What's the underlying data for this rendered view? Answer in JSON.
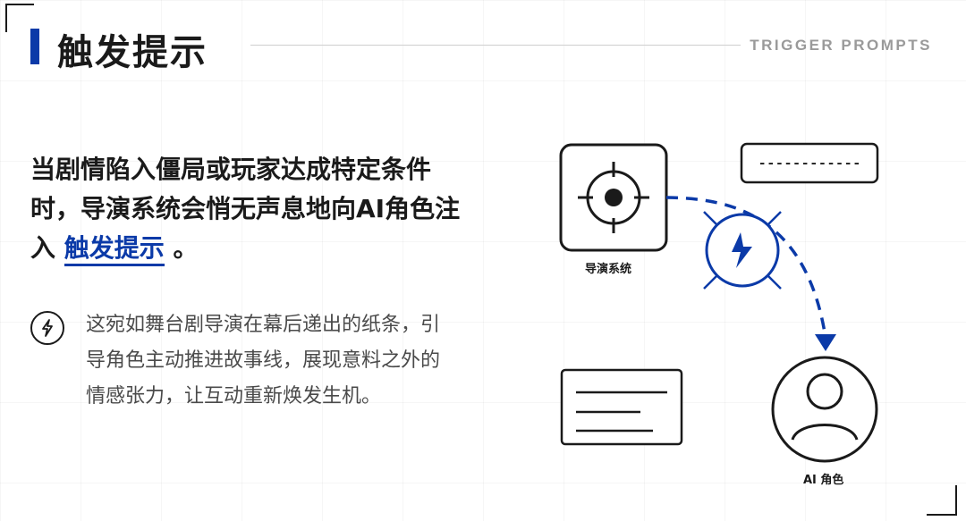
{
  "header": {
    "title": "触发提示",
    "subtitle_en": "TRIGGER PROMPTS"
  },
  "headline": {
    "text_before": "当剧情陷入僵局或玩家达成特定条件时，导演系统会悄无声息地向AI角色注入",
    "highlight": "触发提示",
    "text_after": "。"
  },
  "body": {
    "icon": "lightning-circle-icon",
    "text": "这宛如舞台剧导演在幕后递出的纸条，引导角色主动推进故事线，展现意料之外的情感张力，让互动重新焕发生机。"
  },
  "diagram": {
    "director_label": "导演系统",
    "ai_label": "AI 角色",
    "prompt_box_text": "------------",
    "director_icon": "crosshair-icon",
    "trigger_icon": "lightning-burst-icon",
    "ai_icon": "user-avatar-icon",
    "document_icon": "document-lines-icon"
  },
  "colors": {
    "accent": "#0b3aa8",
    "text_dark": "#1a1a1a",
    "text_body": "#4a4a4a",
    "subtitle": "#9a9a9a"
  }
}
